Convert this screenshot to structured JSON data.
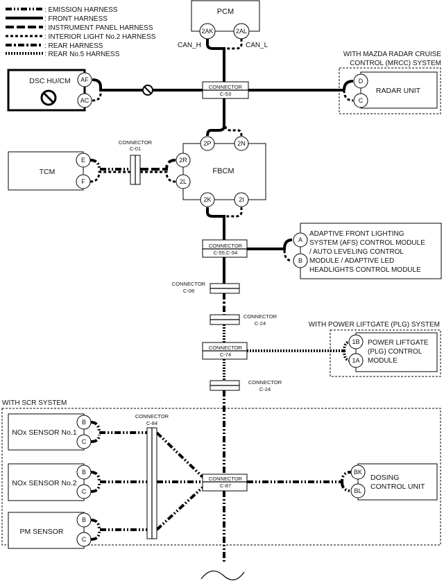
{
  "legend": [
    {
      "label": ": EMISSION HARNESS",
      "style": "dashdotdot"
    },
    {
      "label": ": FRONT HARNESS",
      "style": "solid"
    },
    {
      "label": ": INSTRUMENT PANEL HARNESS",
      "style": "longdash"
    },
    {
      "label": ": INTERIOR LIGHT No.2 HARNESS",
      "style": "shortdash"
    },
    {
      "label": ": REAR HARNESS",
      "style": "dashdot"
    },
    {
      "label": ": REAR No.5 HARNESS",
      "style": "dotted"
    }
  ],
  "modules": {
    "pcm": {
      "name": "PCM",
      "pin1": "2AK",
      "pin2": "2AL",
      "can_h": "CAN_H",
      "can_l": "CAN_L"
    },
    "dsc": {
      "name": "DSC HU/CM",
      "pin1": "AF",
      "pin2": "AC"
    },
    "radar": {
      "group": [
        "WITH MAZDA RADAR CRUISE",
        "CONTROL (MRCC) SYSTEM"
      ],
      "name": "RADAR UNIT",
      "pin1": "D",
      "pin2": "C"
    },
    "tcm": {
      "name": "TCM",
      "pin1": "E",
      "pin2": "F"
    },
    "fbcm": {
      "name": "FBCM",
      "pin_2p": "2P",
      "pin_2n": "2N",
      "pin_2r": "2R",
      "pin_2l": "2L",
      "pin_2k": "2K",
      "pin_2i": "2I"
    },
    "afs": {
      "lines": [
        "ADAPTIVE FRONT LIGHTING",
        "SYSTEM (AFS) CONTROL MODULE",
        "/ AUTO LEVELING CONTROL",
        "MODULE / ADAPTIVE LED",
        "HEADLIGHTS CONTROL MODULE"
      ],
      "pin1": "A",
      "pin2": "B"
    },
    "plg": {
      "group": "WITH POWER LIFTGATE (PLG) SYSTEM",
      "lines": [
        "POWER LIFTGATE",
        "(PLG) CONTROL",
        "MODULE"
      ],
      "pin1": "1B",
      "pin2": "1A"
    },
    "scr": {
      "group": "WITH SCR SYSTEM"
    },
    "nox1": {
      "name": "NOx SENSOR No.1",
      "pin1": "B",
      "pin2": "C"
    },
    "nox2": {
      "name": "NOx SENSOR No.2",
      "pin1": "B",
      "pin2": "C"
    },
    "pm": {
      "name": "PM SENSOR",
      "pin1": "B",
      "pin2": "C"
    },
    "dosing": {
      "lines": [
        "DOSING",
        "CONTROL UNIT"
      ],
      "pin1": "BK",
      "pin2": "BL"
    }
  },
  "connectors": {
    "c53": {
      "label": "CONNECTOR",
      "id": "C-53"
    },
    "c01": {
      "label": "CONNECTOR",
      "id": "C-01"
    },
    "c55": {
      "label": "CONNECTOR",
      "id": "C-55,C-54"
    },
    "c08": {
      "label": "CONNECTOR",
      "id": "C-08"
    },
    "c24a": {
      "label": "CONNECTOR",
      "id": "C-24"
    },
    "c74": {
      "label": "CONNECTOR",
      "id": "C-74"
    },
    "c24b": {
      "label": "CONNECTOR",
      "id": "C-24"
    },
    "c84": {
      "label": "CONNECTOR",
      "id": "C-84"
    },
    "c87": {
      "label": "CONNECTOR",
      "id": "C-87"
    }
  }
}
